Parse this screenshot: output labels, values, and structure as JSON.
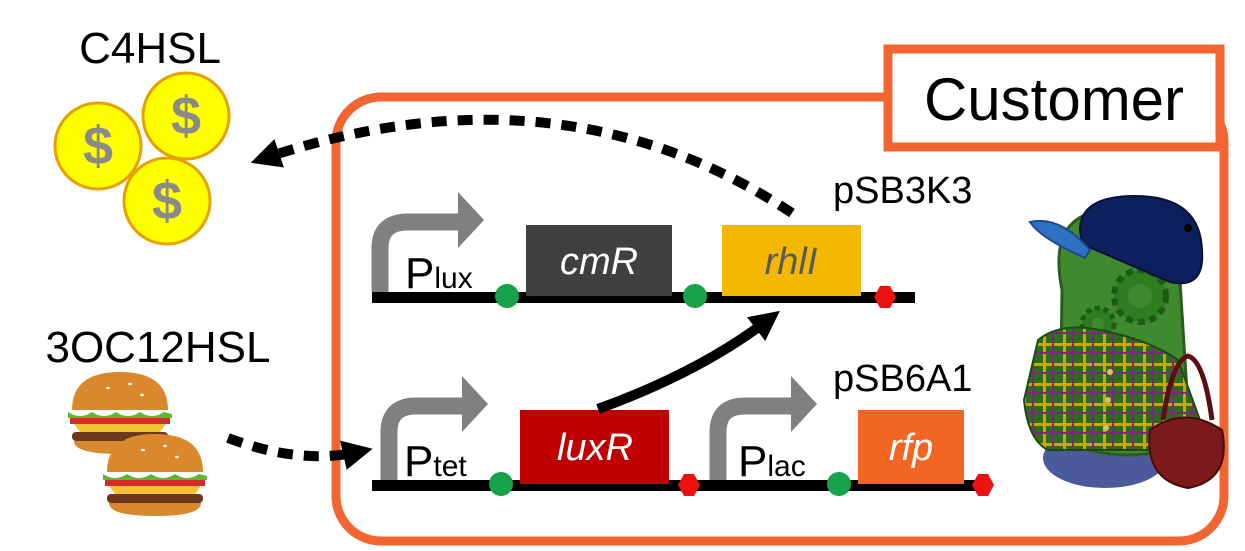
{
  "signals": {
    "c4hsl": "C4HSL",
    "oc12hsl": "3OC12HSL",
    "coin_symbol": "$"
  },
  "customer_label": "Customer",
  "plasmids": {
    "top": {
      "name": "pSB3K3",
      "promoter": {
        "letter": "P",
        "sub": "lux"
      },
      "genes": [
        {
          "label": "cmR",
          "color": "#404040",
          "text_color": "#ffffff"
        },
        {
          "label": "rhlI",
          "color": "#f5b800",
          "text_color": "#5a5a5a"
        }
      ]
    },
    "bottom": {
      "name": "pSB6A1",
      "promoters": [
        {
          "letter": "P",
          "sub": "tet"
        },
        {
          "letter": "P",
          "sub": "lac"
        }
      ],
      "genes": [
        {
          "label": "luxR",
          "color": "#c00000",
          "text_color": "#ffffff"
        },
        {
          "label": "rfp",
          "color": "#f26522",
          "text_color": "#ffffff"
        }
      ]
    }
  },
  "colors": {
    "frame": "#f26531",
    "rbs": "#16a34a",
    "terminator": "#ee1111",
    "promoter_arrow": "#808080",
    "coin_fill": "#ffff00",
    "coin_edge": "#e8a000",
    "coin_text": "#8a8a8a"
  },
  "icons": [
    "coin-icon",
    "burger-icon",
    "customer-character-icon",
    "handbag-icon"
  ]
}
